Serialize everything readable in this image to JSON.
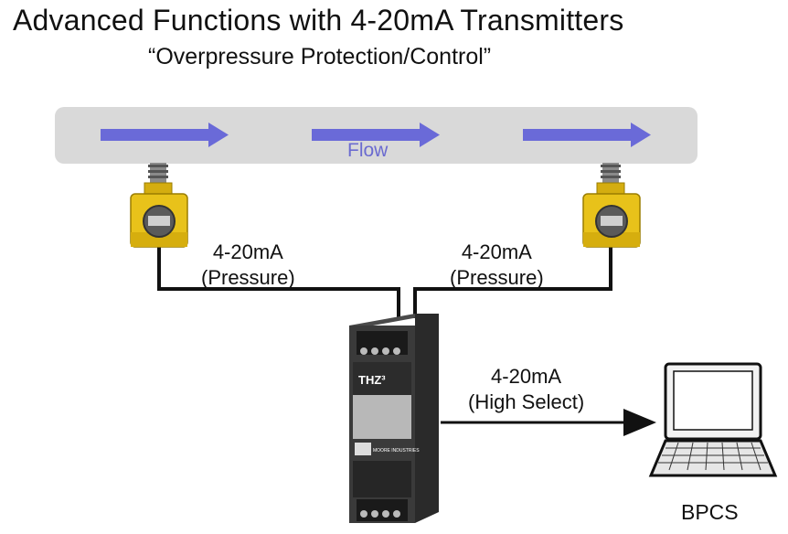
{
  "title": "Advanced Functions with 4-20mA Transmitters",
  "subtitle": "“Overpressure Protection/Control”",
  "pipe": {
    "flow_label": "Flow"
  },
  "signals": {
    "left": {
      "line1": "4-20mA",
      "line2": "(Pressure)"
    },
    "right": {
      "line1": "4-20mA",
      "line2": "(Pressure)"
    },
    "output": {
      "line1": "4-20mA",
      "line2": "(High Select)"
    }
  },
  "module": {
    "brand": "THZ³",
    "maker": "MOORE INDUSTRIES"
  },
  "computer": {
    "label": "BPCS"
  },
  "colors": {
    "flow_arrow": "#6a6ad8",
    "transmitter": "#e8c21a",
    "pipe": "#d9d9d9"
  }
}
